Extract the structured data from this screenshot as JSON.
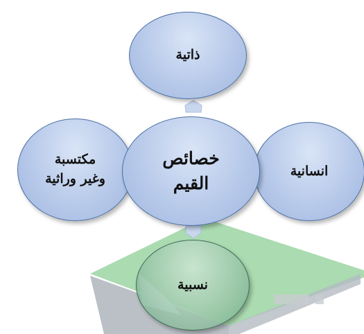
{
  "diagram": {
    "center": {
      "line1": "خصائص",
      "line2": "القيم"
    },
    "top": {
      "label": "ذاتية"
    },
    "left": {
      "line1": "مكتسبة",
      "line2": "وغير وراثية"
    },
    "right": {
      "label": "انسانية"
    },
    "bottom": {
      "label": "نسبية"
    }
  },
  "colors": {
    "node_fill": "#b8caea",
    "node_border": "#4a6fa5",
    "arrow": "#c9d7ee",
    "watermark_green": "#7dc28a",
    "watermark_gray": "#9ea5ad"
  },
  "icons": [
    "up-arrow-icon",
    "down-arrow-icon"
  ]
}
